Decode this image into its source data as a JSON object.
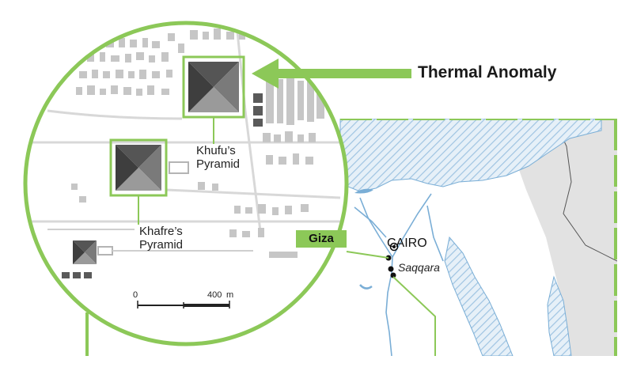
{
  "callout": {
    "label": "Thermal Anomaly"
  },
  "pyramids": {
    "khufu": {
      "line1": "Khufu’s",
      "line2": "Pyramid"
    },
    "khafre": {
      "line1": "Khafre’s",
      "line2": "Pyramid"
    }
  },
  "places": {
    "giza": "Giza",
    "cairo": "CAIRO",
    "saqqara": "Saqqara"
  },
  "scale_bar": {
    "min": "0",
    "max": "400",
    "unit": "m"
  },
  "colors": {
    "accent_green": "#8cc858",
    "water_hatch": "#a8cce8",
    "land_gray": "#e4e4e4",
    "building_gray": "#c4c4c4",
    "pyramid_dark": "#4a4a4a"
  }
}
